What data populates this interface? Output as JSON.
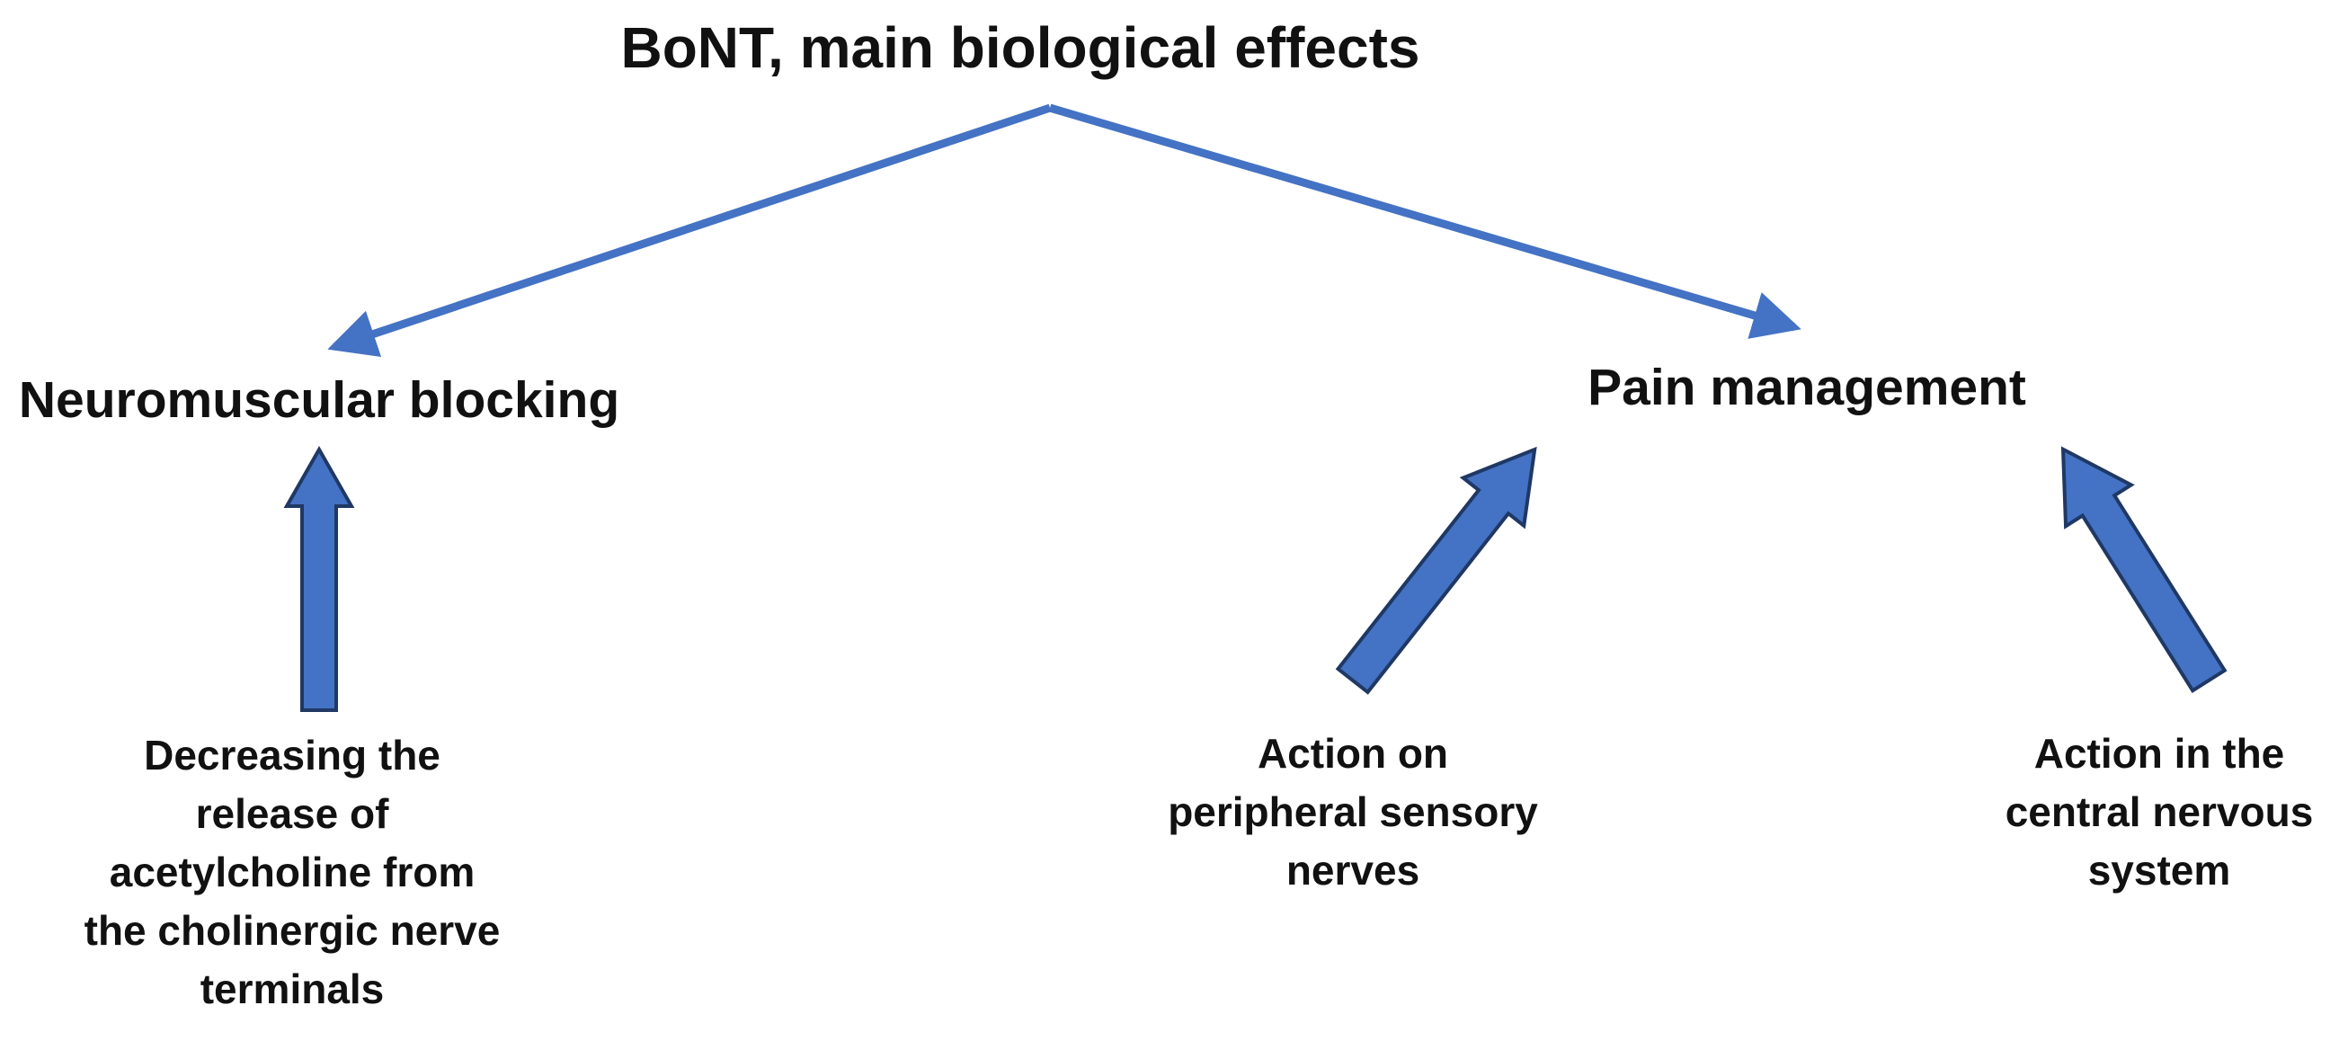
{
  "title": "BoNT, main biological effects",
  "nodes": {
    "left_branch": "Neuromuscular blocking",
    "right_branch": "Pain management",
    "left_cause": "Decreasing the\nrelease of\nacetylcholine from\nthe cholinergic nerve\nterminals",
    "mid_cause": "Action on\nperipheral sensory\nnerves",
    "right_cause": "Action in the\ncentral nervous\nsystem"
  },
  "colors": {
    "page_bg": "#ffffff",
    "text_color": "#111111",
    "connector_blue": "#4472C4",
    "block_arrow_fill": "#4472C4",
    "block_arrow_border": "#1F3864"
  }
}
